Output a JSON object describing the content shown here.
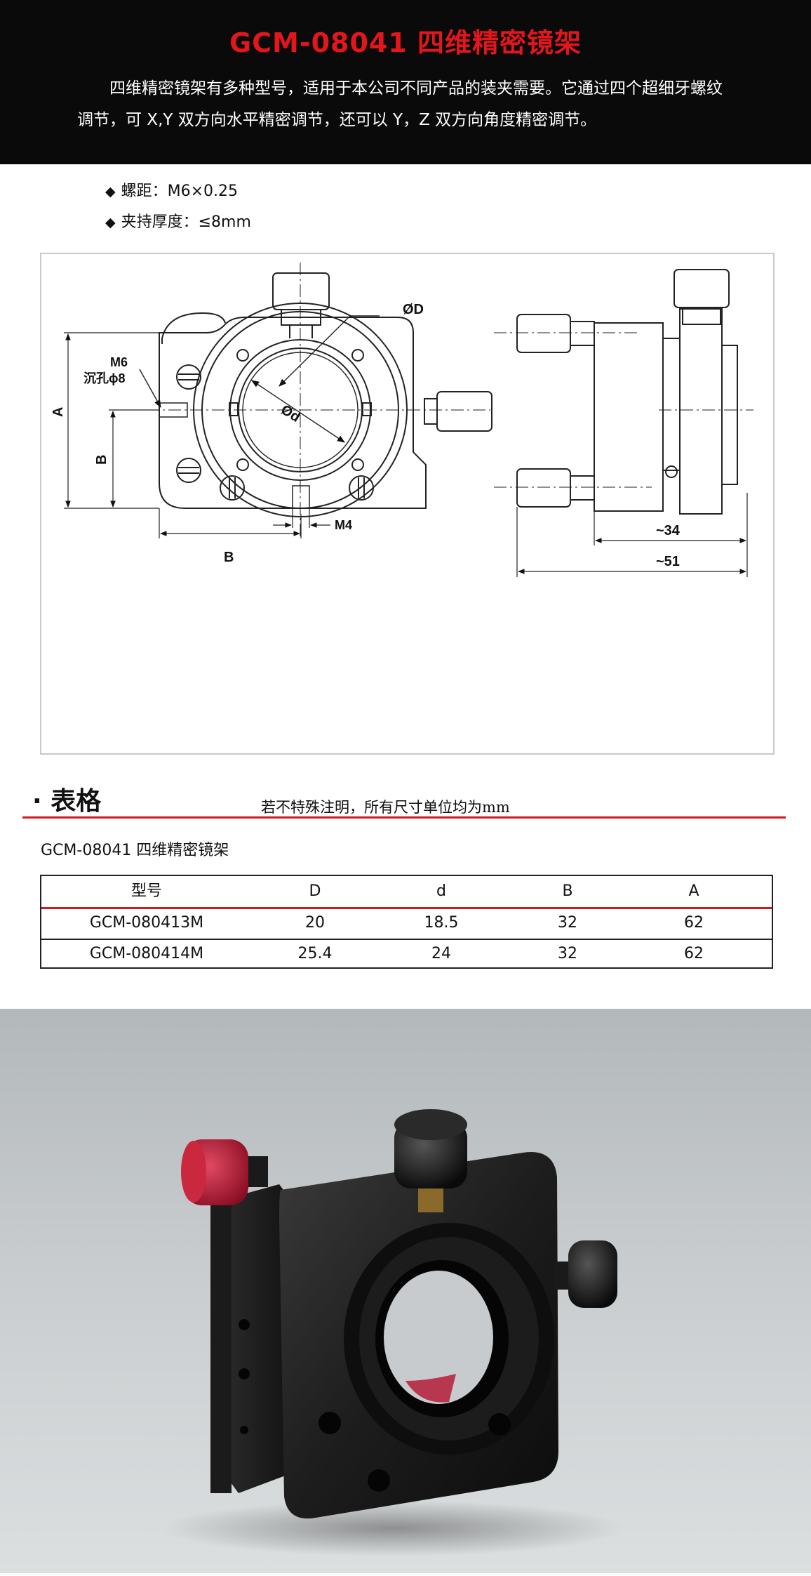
{
  "header": {
    "title": "GCM-08041 四维精密镜架",
    "intro": "四维精密镜架有多种型号，适用于本公司不同产品的装夹需要。它通过四个超细牙螺纹调节，可 X,Y 双方向水平精密调节，还可以 Y，Z 双方向角度精密调节。"
  },
  "specs": [
    {
      "bullet": "◆",
      "text": "螺距：M6×0.25"
    },
    {
      "bullet": "◆",
      "text": "夹持厚度：≤8mm"
    }
  ],
  "drawing": {
    "labels": {
      "od": "ØD",
      "id": "Ød",
      "m6": "M6",
      "counterbore": "沉孔ϕ8",
      "a": "A",
      "b_vertical": "B",
      "b_horizontal": "B",
      "m4": "M4",
      "depth34": "~34",
      "depth51": "~51"
    }
  },
  "section": {
    "title": "· 表格",
    "note": "若不特殊注明，所有尺寸单位均为mm"
  },
  "table": {
    "caption": "GCM-08041 四维精密镜架",
    "headers": [
      "型号",
      "D",
      "d",
      "B",
      "A"
    ],
    "rows": [
      [
        "GCM-080413M",
        "20",
        "18.5",
        "32",
        "62"
      ],
      [
        "GCM-080414M",
        "25.4",
        "24",
        "32",
        "62"
      ]
    ]
  },
  "colors": {
    "title_red": "#e3161c",
    "rule_red": "#d11a20",
    "header_bg": "#0a0a0a",
    "knob_red": "#b2122e"
  }
}
